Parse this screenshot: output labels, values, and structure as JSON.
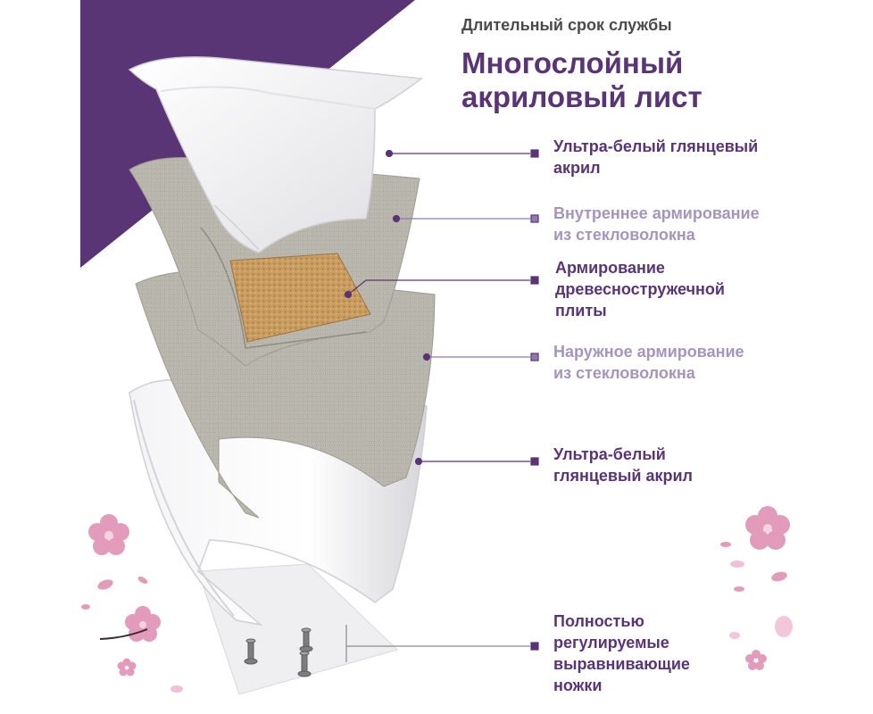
{
  "header": {
    "subtitle": "Длительный срок службы",
    "title_line1": "Многослойный",
    "title_line2": "акриловый лист"
  },
  "layers": [
    {
      "lines": [
        "Ультра-белый глянцевый",
        "акрил"
      ],
      "color": "#5a3575"
    },
    {
      "lines": [
        "Внутреннее армирование",
        "из стекловолокна"
      ],
      "color": "#a595bd"
    },
    {
      "lines": [
        "Армирование",
        "древесностружечной",
        "плиты"
      ],
      "color": "#5a3575"
    },
    {
      "lines": [
        "Наружное армирование",
        "из стекловолокна"
      ],
      "color": "#a595bd"
    },
    {
      "lines": [
        "Ультра-белый",
        "глянцевый акрил"
      ],
      "color": "#5a3575"
    },
    {
      "lines": [
        "Полностью",
        "регулируемые",
        "выравнивающие",
        "ножки"
      ],
      "color": "#5a3575"
    }
  ],
  "colors": {
    "brand_purple": "#5a3575",
    "light_purple": "#a595bd",
    "composite_gray": "#b5b3a8",
    "chipboard": "#c79a5d",
    "blossom_pink": "#e39bbb"
  }
}
